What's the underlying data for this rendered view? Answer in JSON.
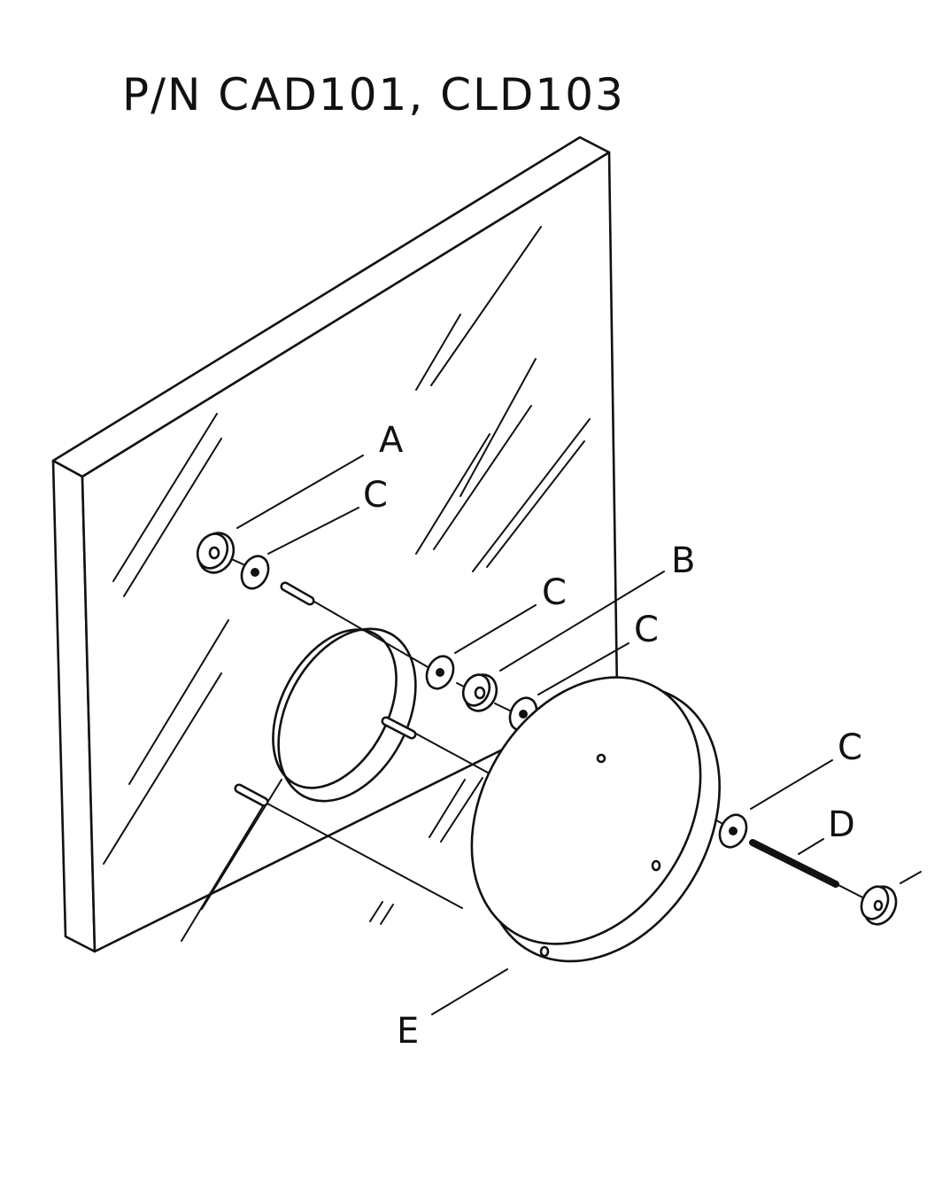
{
  "title": "P/N CAD101, CLD103",
  "parts": {
    "a": "A",
    "b": "B",
    "c1": "C",
    "c2": "C",
    "c3": "C",
    "c4": "C",
    "d": "D",
    "e": "E"
  }
}
